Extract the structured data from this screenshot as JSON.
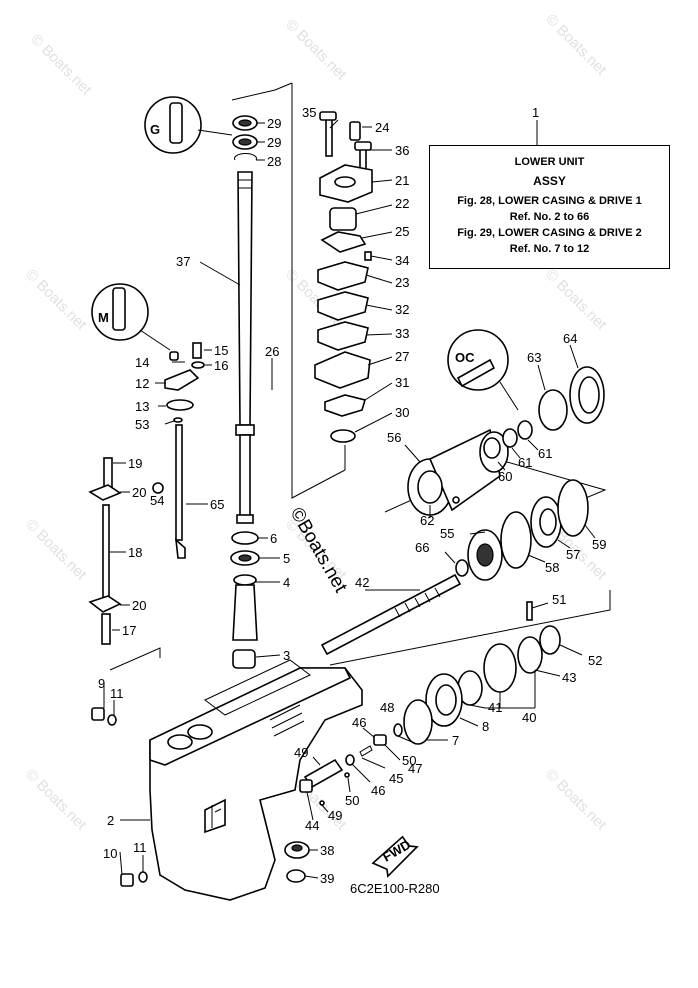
{
  "info_box": {
    "title_line1": "LOWER UNIT",
    "title_line2": "ASSY",
    "fig28": "Fig. 28, LOWER CASING & DRIVE 1",
    "fig28_ref": "Ref. No. 2 to 66",
    "fig29": "Fig. 29, LOWER CASING & DRIVE 2",
    "fig29_ref": "Ref. No. 7 to 12",
    "callout": "1"
  },
  "diagram_code": "6C2E100-R280",
  "fwd_label": "FWD",
  "center_watermark": "©Boats.net",
  "watermark_text": "© Boats.net",
  "callouts": [
    "2",
    "3",
    "4",
    "5",
    "6",
    "7",
    "8",
    "9",
    "10",
    "11",
    "12",
    "13",
    "14",
    "15",
    "16",
    "17",
    "18",
    "19",
    "20",
    "21",
    "22",
    "23",
    "24",
    "25",
    "26",
    "27",
    "28",
    "29",
    "30",
    "31",
    "32",
    "33",
    "34",
    "35",
    "36",
    "37",
    "38",
    "39",
    "40",
    "41",
    "42",
    "43",
    "44",
    "45",
    "46",
    "47",
    "48",
    "49",
    "50",
    "51",
    "52",
    "53",
    "54",
    "55",
    "56",
    "57",
    "58",
    "59",
    "60",
    "61",
    "62",
    "63",
    "64",
    "65",
    "66"
  ],
  "colors": {
    "line": "#000000",
    "background": "#ffffff",
    "watermark": "#c8c8c8"
  }
}
